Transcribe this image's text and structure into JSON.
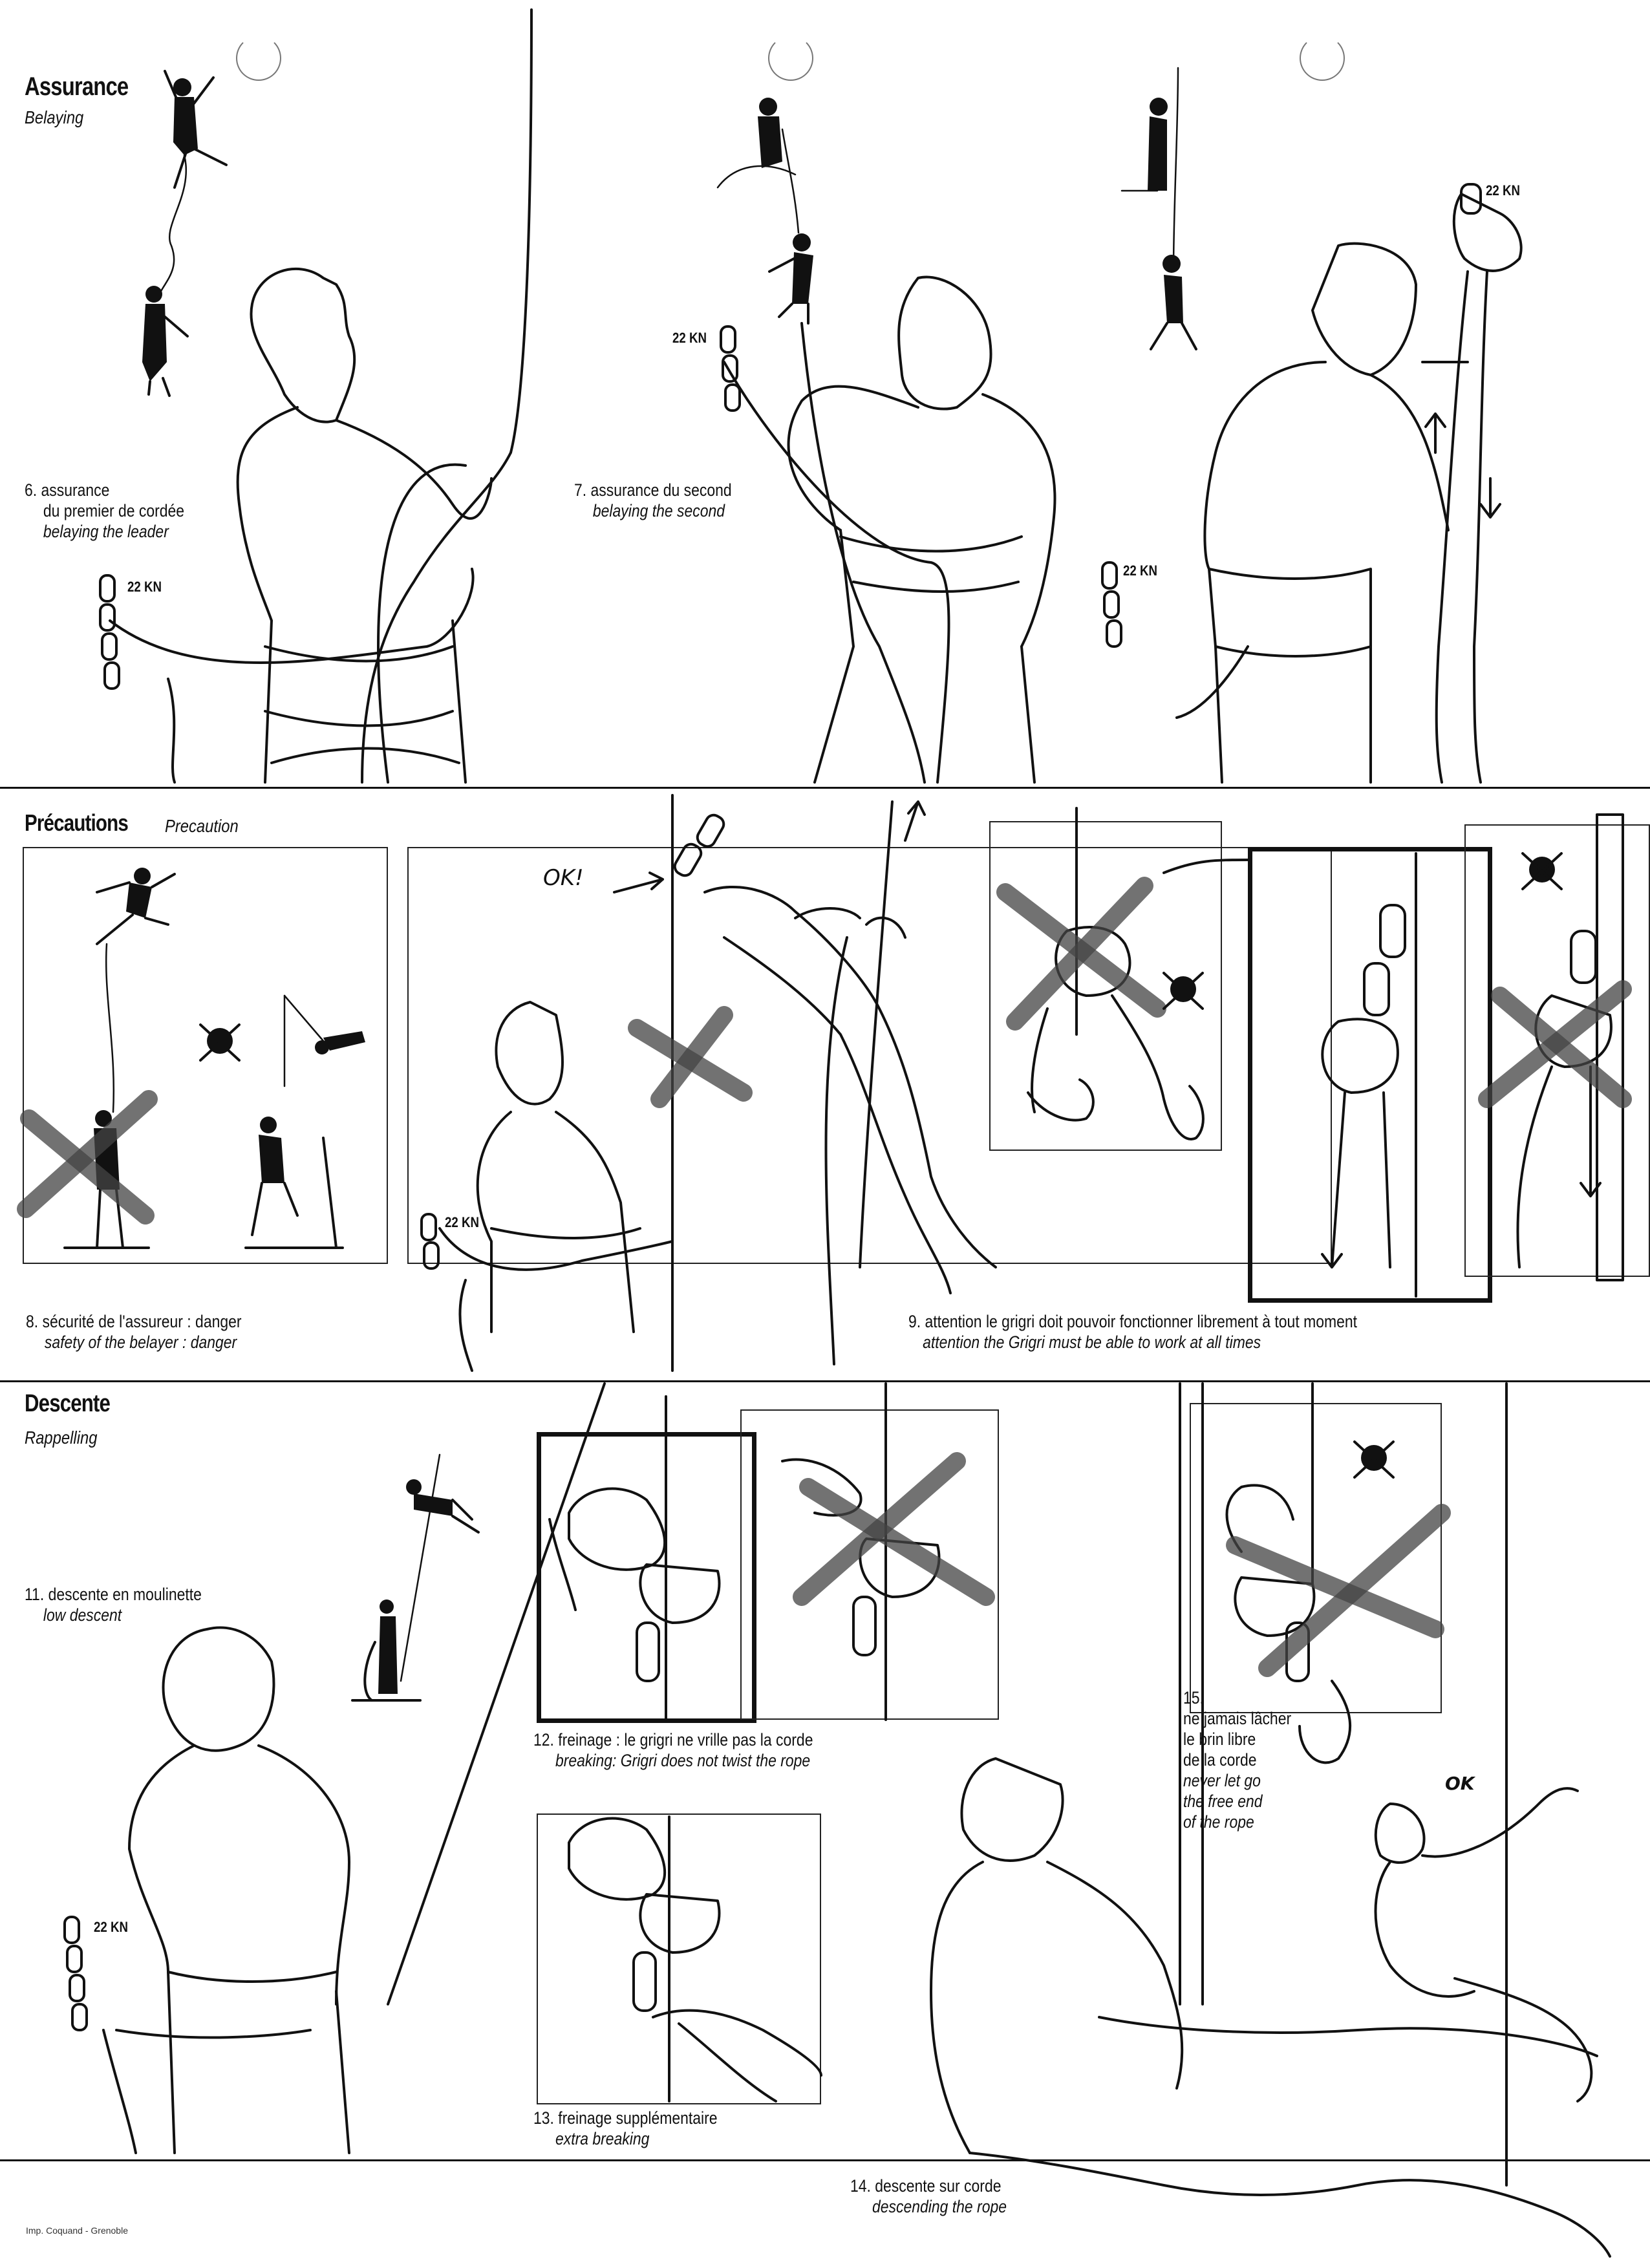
{
  "sections": {
    "assurance": {
      "title": "Assurance",
      "subtitle": "Belaying"
    },
    "precautions": {
      "title": "Précautions",
      "subtitle": "Precaution"
    },
    "descente": {
      "title": "Descente",
      "subtitle": "Rappelling"
    }
  },
  "captions": {
    "c6": {
      "fr_line1": "6. assurance",
      "fr_line2": "du premier de cordée",
      "en": "belaying the leader"
    },
    "c7": {
      "fr": "7. assurance du second",
      "en": "belaying the second"
    },
    "c8": {
      "fr": "8. sécurité de l'assureur : danger",
      "en": "safety of the belayer : danger"
    },
    "c9": {
      "fr": "9. attention le grigri doit pouvoir fonctionner librement à tout moment",
      "en": "attention the Grigri must be able to work at all times"
    },
    "c11": {
      "fr": "11. descente en moulinette",
      "en": "low descent"
    },
    "c12": {
      "fr": "12. freinage : le grigri ne vrille pas la corde",
      "en": "breaking: Grigri does not twist the rope"
    },
    "c13": {
      "fr": "13. freinage supplémentaire",
      "en": "extra breaking"
    },
    "c14": {
      "fr": "14. descente sur corde",
      "en": "descending the rope"
    },
    "c15": {
      "number": "15.",
      "fr_line1": "ne jamais lâcher",
      "fr_line2": "le brin libre",
      "fr_line3": "de la corde",
      "en_line1": "never let go",
      "en_line2": "the free end",
      "en_line3": "of the rope"
    }
  },
  "labels": {
    "kn": "22 KN",
    "ok_arrow": "OK!",
    "ok": "OK"
  },
  "footer": {
    "printer": "Imp. Coquand - Grenoble"
  }
}
